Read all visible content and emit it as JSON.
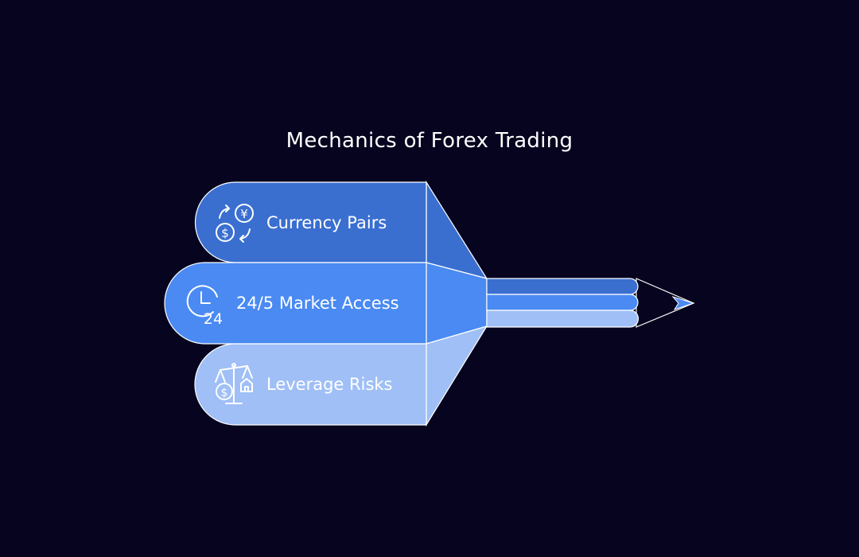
{
  "title": "Mechanics of Forex Trading",
  "colors": {
    "background": "#06041f",
    "band_dark": "#3a6fd0",
    "band_mid": "#4a8af2",
    "band_light": "#9fbff6",
    "outline": "#ffffff"
  },
  "items": [
    {
      "label": "Currency Pairs",
      "icon": "currency-exchange-icon",
      "icon_glyphs": [
        "$",
        "¥"
      ]
    },
    {
      "label": "24/5 Market Access",
      "icon": "clock-24-icon",
      "icon_glyphs": [
        "24"
      ]
    },
    {
      "label": "Leverage Risks",
      "icon": "balance-scale-icon",
      "icon_glyphs": [
        "$"
      ]
    }
  ]
}
